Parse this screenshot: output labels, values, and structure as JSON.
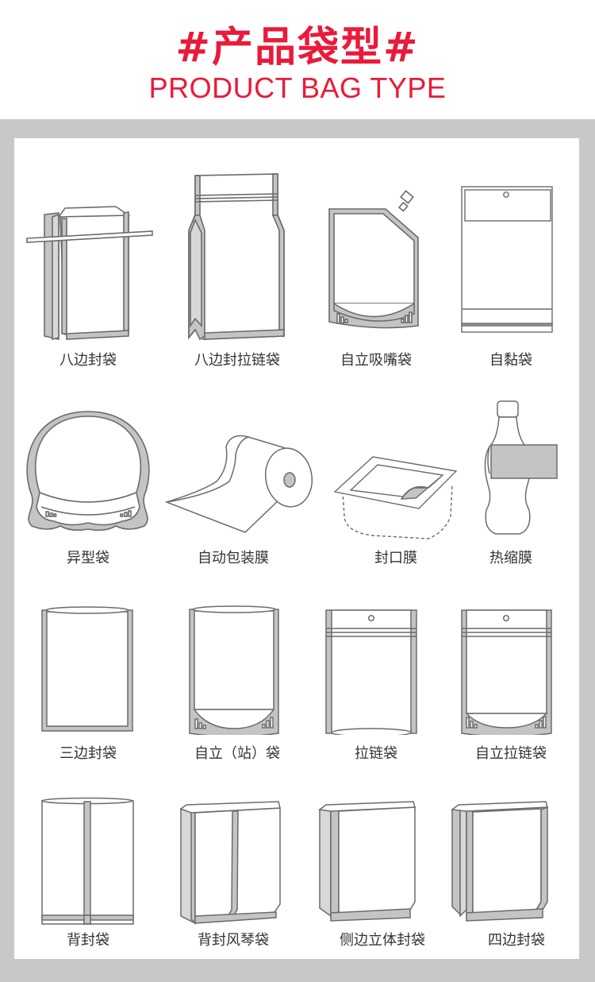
{
  "header": {
    "title_cn": "#产品袋型#",
    "title_en": "PRODUCT BAG TYPE"
  },
  "colors": {
    "accent": "#ea1a3a",
    "frame": "#c8c8c8",
    "seal": "#c4c4c4",
    "outline": "#6b6b6b",
    "label": "#333333"
  },
  "bag_types": [
    {
      "label": "八边封袋",
      "icon": "eight-side-seal-bag-icon"
    },
    {
      "label": "八边封拉链袋",
      "icon": "eight-side-zipper-bag-icon"
    },
    {
      "label": "自立吸嘴袋",
      "icon": "spout-pouch-icon"
    },
    {
      "label": "自黏袋",
      "icon": "self-adhesive-bag-icon"
    },
    {
      "label": "异型袋",
      "icon": "shaped-bag-icon"
    },
    {
      "label": "自动包装膜",
      "icon": "film-roll-icon"
    },
    {
      "label": "封口膜",
      "icon": "lidding-film-icon"
    },
    {
      "label": "热缩膜",
      "icon": "shrink-sleeve-bottle-icon"
    },
    {
      "label": "三边封袋",
      "icon": "three-side-seal-bag-icon"
    },
    {
      "label": "自立（站）袋",
      "icon": "stand-up-pouch-icon"
    },
    {
      "label": "拉链袋",
      "icon": "zipper-bag-icon"
    },
    {
      "label": "自立拉链袋",
      "icon": "stand-up-zipper-pouch-icon"
    },
    {
      "label": "背封袋",
      "icon": "back-seal-bag-icon"
    },
    {
      "label": "背封风琴袋",
      "icon": "back-seal-gusset-bag-icon"
    },
    {
      "label": "侧边立体封袋",
      "icon": "side-gusset-bag-icon"
    },
    {
      "label": "四边封袋",
      "icon": "four-side-seal-bag-icon"
    }
  ]
}
